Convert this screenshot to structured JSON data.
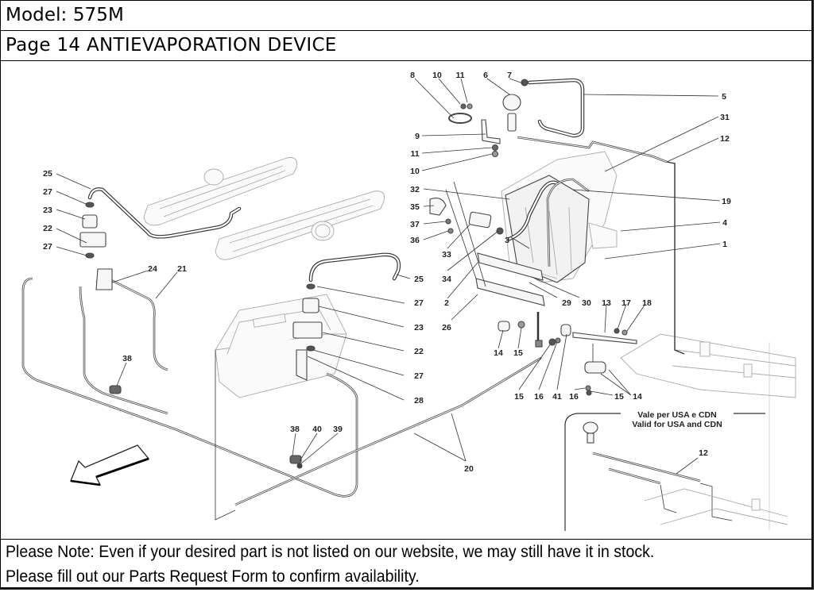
{
  "header": {
    "model_line": "Model: 575M",
    "page_line": "Page 14  ANTIEVAPORATION DEVICE"
  },
  "diagram": {
    "title": "ANTIEVAPORATION DEVICE",
    "direction_arrow": "front-direction-arrow",
    "inset": {
      "line1": "Vale per USA e CDN",
      "line2": "Valid for USA and CDN",
      "callout": "12"
    },
    "callouts": [
      {
        "id": "8",
        "text": "8"
      },
      {
        "id": "10a",
        "text": "10"
      },
      {
        "id": "11a",
        "text": "11"
      },
      {
        "id": "6",
        "text": "6"
      },
      {
        "id": "7",
        "text": "7"
      },
      {
        "id": "5",
        "text": "5"
      },
      {
        "id": "31",
        "text": "31"
      },
      {
        "id": "12",
        "text": "12"
      },
      {
        "id": "9",
        "text": "9"
      },
      {
        "id": "11b",
        "text": "11"
      },
      {
        "id": "10b",
        "text": "10"
      },
      {
        "id": "32",
        "text": "32"
      },
      {
        "id": "19",
        "text": "19"
      },
      {
        "id": "35",
        "text": "35"
      },
      {
        "id": "4",
        "text": "4"
      },
      {
        "id": "37",
        "text": "37"
      },
      {
        "id": "36",
        "text": "36"
      },
      {
        "id": "3",
        "text": "3"
      },
      {
        "id": "1",
        "text": "1"
      },
      {
        "id": "33",
        "text": "33"
      },
      {
        "id": "34",
        "text": "34"
      },
      {
        "id": "25b",
        "text": "25"
      },
      {
        "id": "2",
        "text": "2"
      },
      {
        "id": "27c",
        "text": "27"
      },
      {
        "id": "29",
        "text": "29"
      },
      {
        "id": "30",
        "text": "30"
      },
      {
        "id": "13",
        "text": "13"
      },
      {
        "id": "17",
        "text": "17"
      },
      {
        "id": "18",
        "text": "18"
      },
      {
        "id": "23b",
        "text": "23"
      },
      {
        "id": "26",
        "text": "26"
      },
      {
        "id": "22b",
        "text": "22"
      },
      {
        "id": "14a",
        "text": "14"
      },
      {
        "id": "15a",
        "text": "15"
      },
      {
        "id": "27d",
        "text": "27"
      },
      {
        "id": "15b",
        "text": "15"
      },
      {
        "id": "16a",
        "text": "16"
      },
      {
        "id": "41",
        "text": "41"
      },
      {
        "id": "16b",
        "text": "16"
      },
      {
        "id": "15c",
        "text": "15"
      },
      {
        "id": "14b",
        "text": "14"
      },
      {
        "id": "28",
        "text": "28"
      },
      {
        "id": "25a",
        "text": "25"
      },
      {
        "id": "27a",
        "text": "27"
      },
      {
        "id": "23a",
        "text": "23"
      },
      {
        "id": "22a",
        "text": "22"
      },
      {
        "id": "27b",
        "text": "27"
      },
      {
        "id": "24",
        "text": "24"
      },
      {
        "id": "21",
        "text": "21"
      },
      {
        "id": "38a",
        "text": "38"
      },
      {
        "id": "38b",
        "text": "38"
      },
      {
        "id": "40",
        "text": "40"
      },
      {
        "id": "39",
        "text": "39"
      },
      {
        "id": "20",
        "text": "20"
      }
    ]
  },
  "footer": {
    "note_line1": "Please Note: Even if your desired part is not listed on our website, we may still have it in stock.",
    "note_line2": "Please fill out our Parts Request Form to confirm availability."
  }
}
